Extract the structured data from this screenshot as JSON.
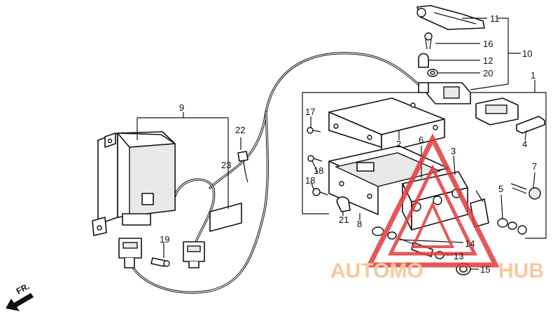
{
  "labels": {
    "p1": "1",
    "p2": "2",
    "p3": "3",
    "p4": "4",
    "p5": "5",
    "p6": "6",
    "p7": "7",
    "p8": "8",
    "p9": "9",
    "p10": "10",
    "p11": "11",
    "p12": "12",
    "p13": "13",
    "p14": "14",
    "p15": "15",
    "p16": "16",
    "p17": "17",
    "p18a": "18",
    "p18b": "18",
    "p19": "19",
    "p20": "20",
    "p21": "21",
    "p22": "22",
    "p23": "23"
  },
  "direction": {
    "label": "FR."
  },
  "watermark": {
    "text_left": "AUTOMO",
    "text_right": "HUB",
    "color_text": "#f5c9a0",
    "color_logo": "#e23b3b"
  }
}
